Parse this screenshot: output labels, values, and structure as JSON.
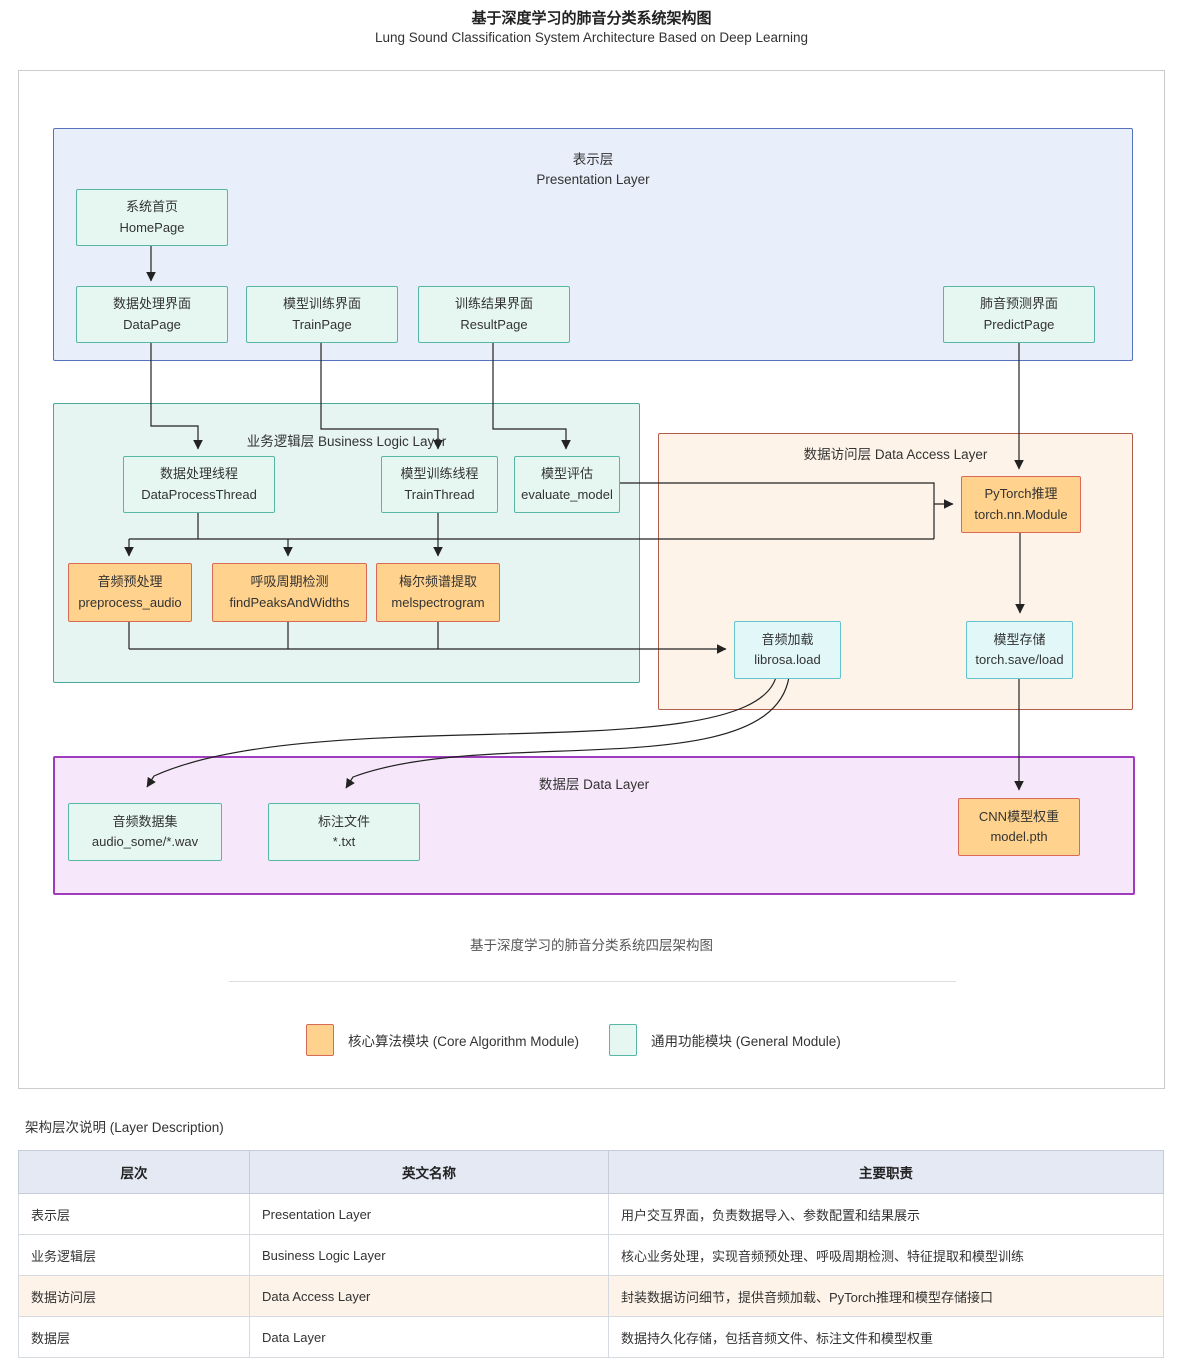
{
  "title": {
    "zh": "基于深度学习的肺音分类系统架构图",
    "en": "Lung Sound Classification System Architecture Based on Deep Learning"
  },
  "layers": {
    "presentation": {
      "label_zh": "表示层",
      "label_en": "Presentation Layer"
    },
    "business": {
      "label": "业务逻辑层 Business Logic Layer"
    },
    "data_access": {
      "label": "数据访问层 Data Access Layer"
    },
    "data": {
      "label": "数据层 Data Layer"
    }
  },
  "nodes": {
    "home": {
      "zh": "系统首页",
      "en": "HomePage"
    },
    "data_page": {
      "zh": "数据处理界面",
      "en": "DataPage"
    },
    "train_page": {
      "zh": "模型训练界面",
      "en": "TrainPage"
    },
    "result_page": {
      "zh": "训练结果界面",
      "en": "ResultPage"
    },
    "predict_page": {
      "zh": "肺音预测界面",
      "en": "PredictPage"
    },
    "data_process": {
      "zh": "数据处理线程",
      "en": "DataProcessThread"
    },
    "train_thread": {
      "zh": "模型训练线程",
      "en": "TrainThread"
    },
    "evaluate": {
      "zh": "模型评估",
      "en": "evaluate_model"
    },
    "preprocess": {
      "zh": "音频预处理",
      "en": "preprocess_audio"
    },
    "find_peaks": {
      "zh": "呼吸周期检测",
      "en": "findPeaksAndWidths"
    },
    "melspectrogram": {
      "zh": "梅尔频谱提取",
      "en": "melspectrogram"
    },
    "pytorch": {
      "zh": "PyTorch推理",
      "en": "torch.nn.Module"
    },
    "librosa": {
      "zh": "音频加载",
      "en": "librosa.load"
    },
    "model_store": {
      "zh": "模型存储",
      "en": "torch.save/load"
    },
    "audio_dataset": {
      "zh": "音频数据集",
      "en": "audio_some/*.wav"
    },
    "label_file": {
      "zh": "标注文件",
      "en": "*.txt"
    },
    "cnn_weights": {
      "zh": "CNN模型权重",
      "en": "model.pth"
    }
  },
  "caption": "基于深度学习的肺音分类系统四层架构图",
  "legend": {
    "core": "核心算法模块 (Core Algorithm Module)",
    "general": "通用功能模块 (General Module)"
  },
  "colors": {
    "presentation_fill": "#e9eefb",
    "presentation_border": "#5572bd",
    "business_fill": "#e7f5f2",
    "business_border": "#4aa99b",
    "data_access_fill": "#fdf3e8",
    "data_access_border": "#b25c4a",
    "data_layer_fill": "#f6e8fa",
    "data_layer_border": "#a13bbd",
    "core_module_fill": "#ffd28e",
    "core_module_border": "#d96b56",
    "general_module_fill": "#e6f7f1",
    "general_module_border": "#57b7a4",
    "io_module_fill": "#e1f7f8",
    "io_module_border": "#66c4ce"
  },
  "table": {
    "title": "架构层次说明 (Layer Description)",
    "headers": [
      "层次",
      "英文名称",
      "主要职责"
    ],
    "rows": [
      [
        "表示层",
        "Presentation Layer",
        "用户交互界面，负责数据导入、参数配置和结果展示"
      ],
      [
        "业务逻辑层",
        "Business Logic Layer",
        "核心业务处理，实现音频预处理、呼吸周期检测、特征提取和模型训练"
      ],
      [
        "数据访问层",
        "Data Access Layer",
        "封装数据访问细节，提供音频加载、PyTorch推理和模型存储接口"
      ],
      [
        "数据层",
        "Data Layer",
        "数据持久化存储，包括音频文件、标注文件和模型权重"
      ]
    ]
  }
}
